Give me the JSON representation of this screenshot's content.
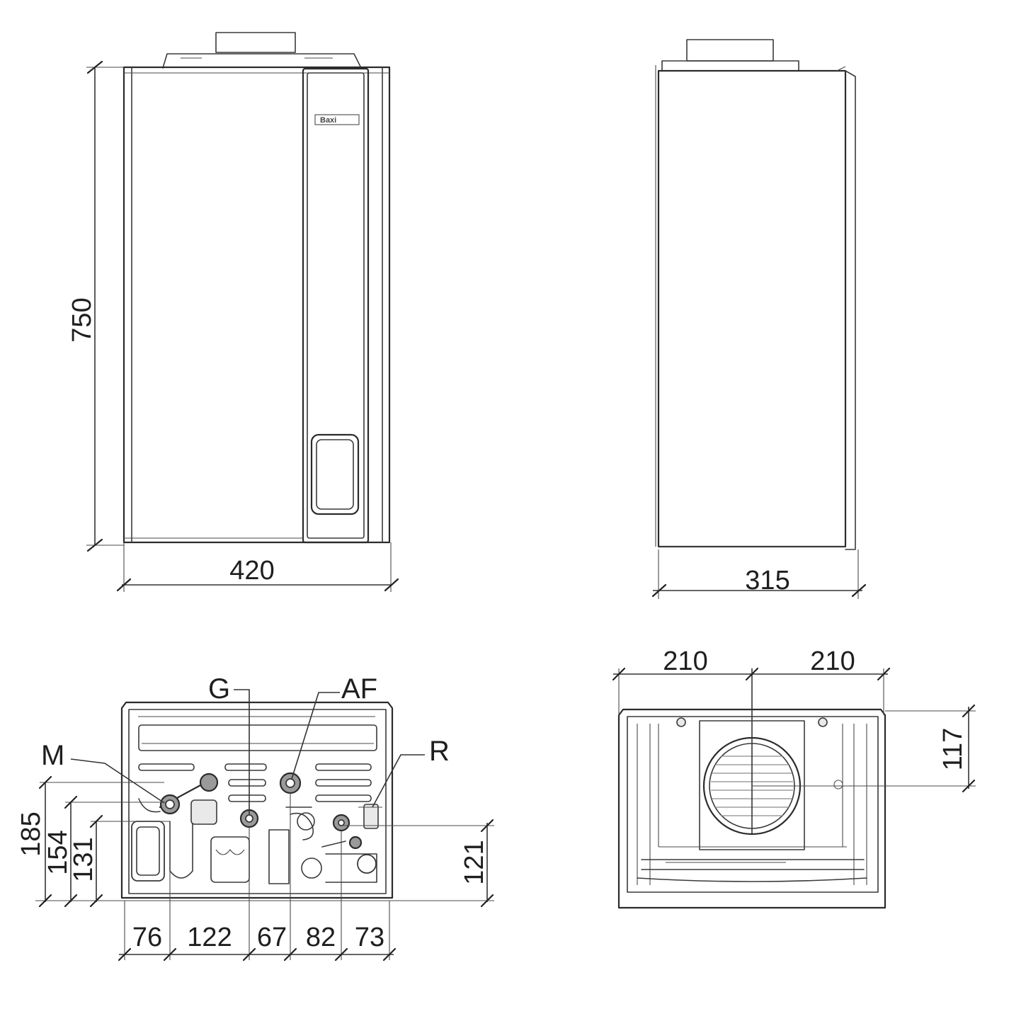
{
  "views": {
    "front": {
      "height_dim": "750",
      "width_dim": "420",
      "brand_badge": "Baxi"
    },
    "side": {
      "depth_dim": "315"
    },
    "bottom": {
      "labels": {
        "m": "M",
        "g": "G",
        "af": "AF",
        "r": "R"
      },
      "vertical_dims": [
        "185",
        "154",
        "131",
        "121"
      ],
      "horizontal_dims": [
        "76",
        "122",
        "67",
        "82",
        "73"
      ]
    },
    "top": {
      "left_dim": "210",
      "right_dim": "210",
      "flue_dim": "117"
    }
  }
}
